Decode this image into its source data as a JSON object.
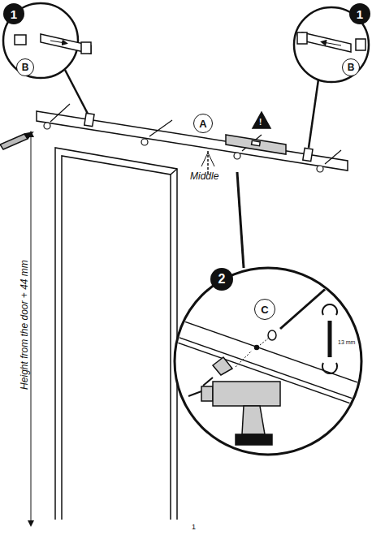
{
  "diagram": {
    "nodes": [
      {
        "text": [
          "1"
        ]
      },
      {
        "text": [
          "B"
        ]
      },
      {
        "text": [
          "1"
        ]
      },
      {
        "text": [
          "B"
        ]
      },
      {
        "text": [
          "A"
        ]
      },
      {
        "text": [
          "2"
        ]
      },
      {
        "text": [
          "C"
        ]
      }
    ],
    "labels": [
      "Middle",
      "Height from the door + 44 mm",
      "13 mm",
      "!",
      "1"
    ]
  }
}
